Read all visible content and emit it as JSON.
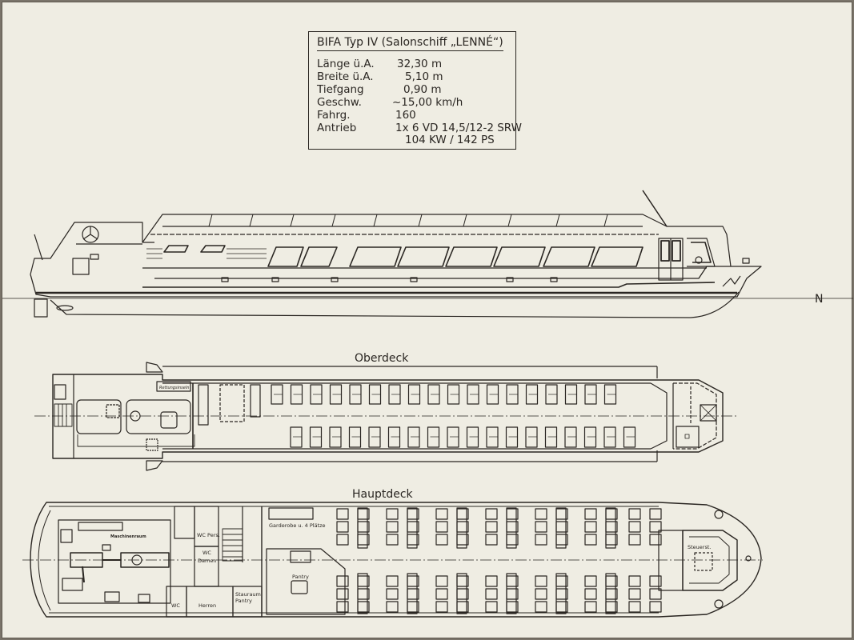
{
  "spec_box": {
    "title": "BIFA Typ IV (Salonschiff „LENNÉ“)",
    "rows": [
      {
        "label": "Länge ü.A.",
        "value": "32,30 m"
      },
      {
        "label": "Breite ü.A.",
        "value": "5,10 m"
      },
      {
        "label": "Tiefgang",
        "value": "0,90 m"
      },
      {
        "label": "Geschw.",
        "value": "~15,00 km/h"
      },
      {
        "label": "Fahrg.",
        "value": "160"
      },
      {
        "label": "Antrieb",
        "value": "1x 6 VD 14,5/12-2 SRW"
      }
    ],
    "engine_power": "104 KW / 142 PS"
  },
  "profile": {
    "waterline_label": "N"
  },
  "oberdeck": {
    "title": "Oberdeck",
    "label_liferaft": "Rettungsinseln"
  },
  "hauptdeck": {
    "title": "Hauptdeck",
    "rooms": {
      "engine_room": "Maschinenraum",
      "wc_staff": "WC Pers.",
      "wc_ladies": "WC",
      "wc_ladies_sub": "Damen",
      "wc_gents_wc": "WC",
      "gents": "Herren",
      "storage_1": "Stauraum",
      "storage_2": "Pantry",
      "cloakroom": "Garderobe u. 4 Plätze",
      "pantry": "Pantry",
      "wheelhouse": "Steuerst."
    }
  },
  "colors": {
    "paper": "#efede3",
    "ink": "#2a2622",
    "frame": "#7a746a"
  }
}
